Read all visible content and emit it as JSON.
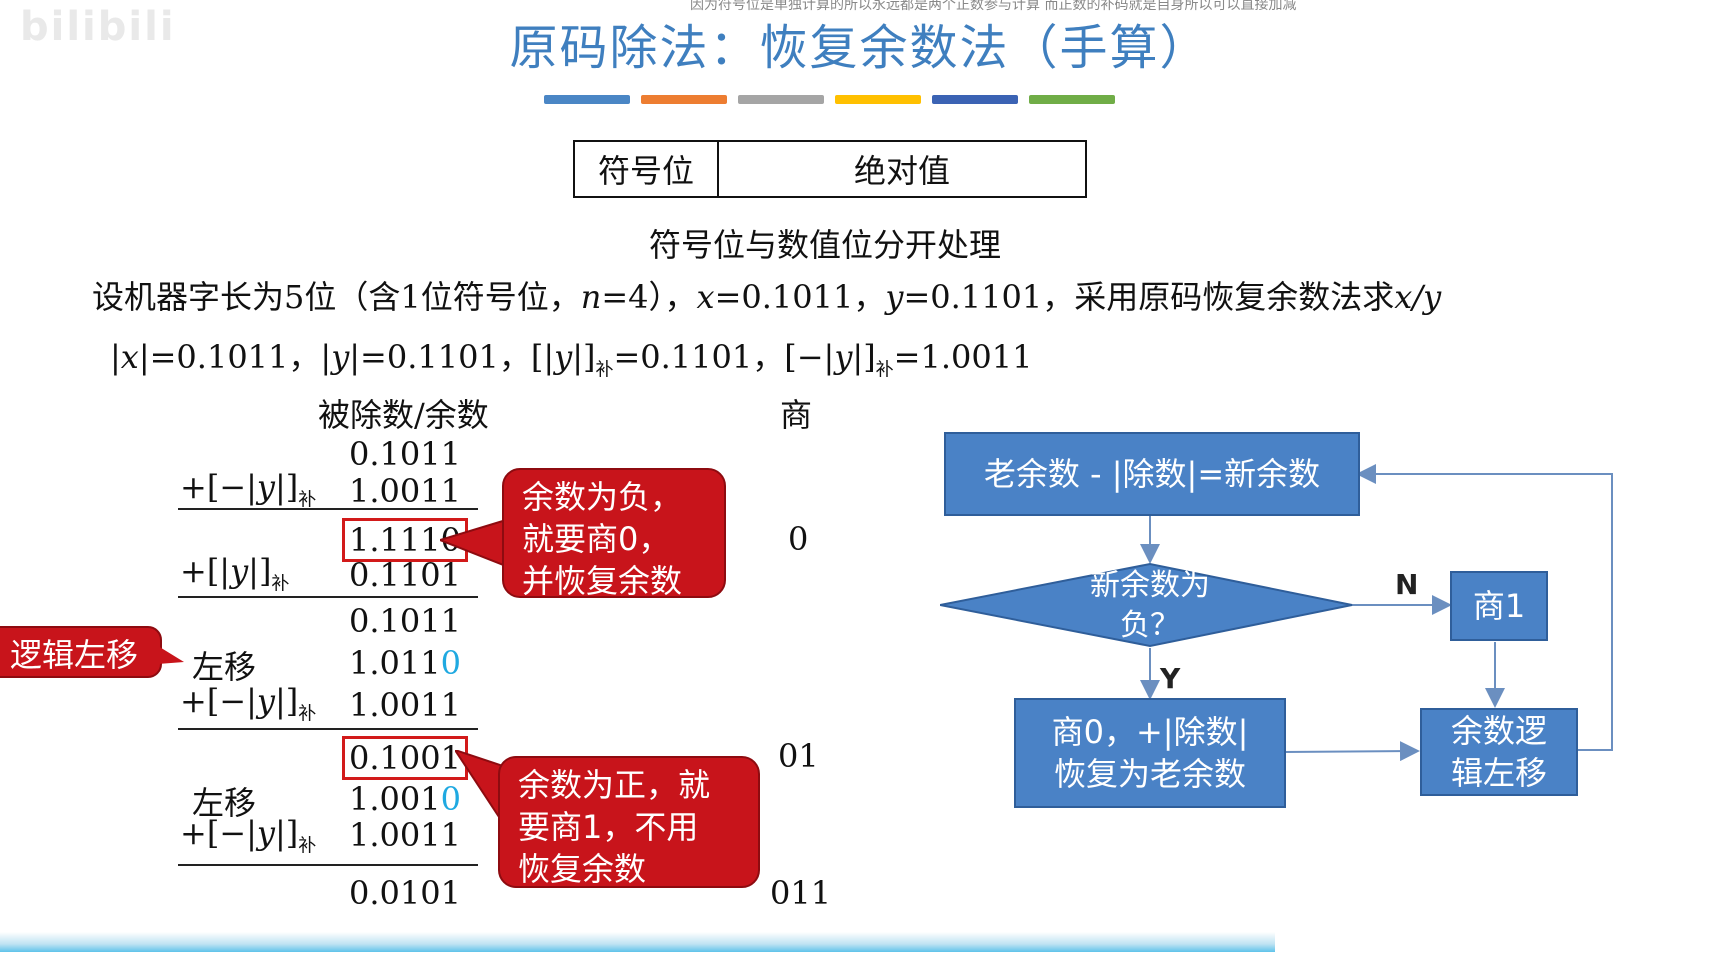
{
  "top_strip": "因为符号位是单独计算的所以永远都是两个正数参与计算 而正数的补码就是自身所以可以直接加减",
  "watermark": "bilibili",
  "title": "原码除法：恢复余数法（手算）",
  "color_bars": [
    "#4a86c5",
    "#ed7d31",
    "#a5a5a5",
    "#ffc000",
    "#3b63b4",
    "#70ad47"
  ],
  "header_box": {
    "sign": "符号位",
    "abs": "绝对值"
  },
  "caption": "符号位与数值位分开处理",
  "problem": {
    "prefix": "设机器字长为5位（含1位符号位，",
    "n_var": "n",
    "n_rest": "=4），",
    "x_var": "x",
    "x_rest": "=0.1011，",
    "y_var": "y",
    "y_rest": "=0.1101，采用原码恢复余数法求",
    "ratio": "x/y"
  },
  "values": {
    "absx_pre": "|",
    "absx_var": "x",
    "absx_rest": "|=0.1011，",
    "absy_pre": "|",
    "absy_var": "y",
    "absy_rest": "|=0.1101，",
    "comp_y_pre": "[|",
    "comp_y_var": "y",
    "comp_y_post": "|]",
    "comp_sub": "补",
    "comp_y_val": "=0.1101，",
    "comp_ny_pre": "[−|",
    "comp_ny_var": "y",
    "comp_ny_post": "|]",
    "comp_ny_val": "=1.0011"
  },
  "columns": {
    "dividend": "被除数/余数",
    "quotient": "商"
  },
  "rows": {
    "r1": "0.1011",
    "op_neg": "+[−|",
    "op_pos": "+[|",
    "op_var": "y",
    "op_close": "|]",
    "op_sub": "补",
    "r2": "1.0011",
    "r3": "1.1110",
    "r4": "0.1101",
    "r5": "0.1011",
    "shift_label": "左移",
    "r6_main": "1.011",
    "r6_last": "0",
    "r7": "1.0011",
    "r8": "0.1001",
    "r9_main": "1.001",
    "r9_last": "0",
    "r10": "1.0011",
    "r11": "0.0101",
    "dots": "···"
  },
  "quotients": {
    "q1": "0",
    "q2": "01",
    "q3": "011",
    "dots": "···"
  },
  "callouts": {
    "negative": "余数为负，\n就要商0，\n并恢复余数",
    "positive": "余数为正，就\n要商1，不用\n恢复余数",
    "logic_shift": "逻辑左移"
  },
  "flowchart": {
    "start": "老余数 - |除数|=新余数",
    "decision": "新余数为\n负？",
    "n_label": "N",
    "y_label": "Y",
    "quot1": "商1",
    "quot0": "商0，+|除数|\n恢复为老余数",
    "shift": "余数逻\n辑左移"
  }
}
